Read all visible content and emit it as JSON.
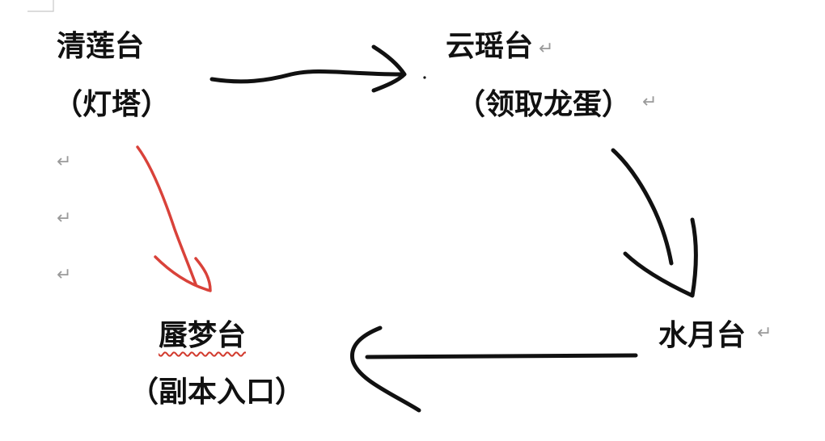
{
  "nodes": {
    "qinglian": {
      "name": "清莲台",
      "note": "（灯塔）",
      "mark": "↵"
    },
    "yunyao": {
      "name": "云瑶台",
      "note": "（领取龙蛋）",
      "mark_name": "↵",
      "mark_note": "↵"
    },
    "shuiyue": {
      "name": "水月台",
      "mark": "↵"
    },
    "shenmeng": {
      "name": "蜃梦台",
      "note": "（副本入口）"
    }
  },
  "paragraph_marks": [
    "↵",
    "↵",
    "↵"
  ],
  "colors": {
    "arrow": "#111111",
    "arrow_highlight": "#d9423a",
    "paragraph_mark": "#9a9a9a",
    "spellcheck_underline": "#d23b2e"
  }
}
